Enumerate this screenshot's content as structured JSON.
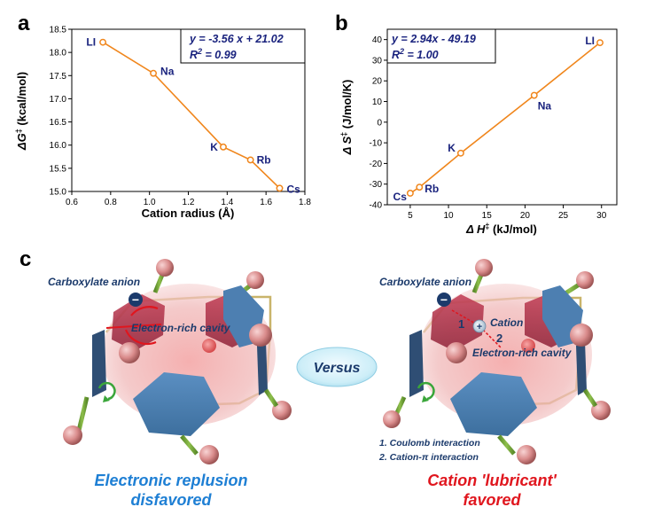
{
  "panels": {
    "a": {
      "letter": "a"
    },
    "b": {
      "letter": "b"
    },
    "c": {
      "letter": "c"
    }
  },
  "chart_data": [
    {
      "type": "scatter",
      "panel": "a",
      "xlabel": "Cation radius (Å)",
      "ylabel_parts": [
        "ΔG",
        "‡",
        " (kcal/mol)"
      ],
      "xlim": [
        0.6,
        1.8
      ],
      "ylim": [
        15.0,
        18.5
      ],
      "xticks": [
        "0.6",
        "0.8",
        "1.0",
        "1.2",
        "1.4",
        "1.6",
        "1.8"
      ],
      "yticks": [
        "15.0",
        "15.5",
        "16.0",
        "16.5",
        "17.0",
        "17.5",
        "18.0",
        "18.5"
      ],
      "points": [
        {
          "label": "LI",
          "x": 0.76,
          "y": 18.22
        },
        {
          "label": "Na",
          "x": 1.02,
          "y": 17.55
        },
        {
          "label": "K",
          "x": 1.38,
          "y": 15.96
        },
        {
          "label": "Rb",
          "x": 1.52,
          "y": 15.68
        },
        {
          "label": "Cs",
          "x": 1.67,
          "y": 15.07
        }
      ],
      "fit": {
        "slope": -3.56,
        "intercept": 21.02
      },
      "equation": "y = -3.56 x + 21.02",
      "r2": "R",
      "r2_sup": "2",
      "r2_value": " = 0.99",
      "colors": {
        "line": "#f0861c",
        "marker": "#f0861c",
        "label": "#1a237e"
      },
      "grid": false
    },
    {
      "type": "scatter",
      "panel": "b",
      "xlabel_parts": [
        "Δ H",
        "‡",
        " (kJ/mol)"
      ],
      "ylabel_parts": [
        "Δ S",
        "‡",
        " (J/mol/K)"
      ],
      "xlim": [
        2,
        32
      ],
      "ylim": [
        -40,
        45
      ],
      "xticks": [
        "5",
        "10",
        "15",
        "20",
        "25",
        "30"
      ],
      "yticks": [
        "-40",
        "-30",
        "-20",
        "-10",
        "0",
        "10",
        "20",
        "30",
        "40"
      ],
      "points": [
        {
          "label": "Cs",
          "x": 5.0,
          "y": -34.4
        },
        {
          "label": "Rb",
          "x": 6.2,
          "y": -31.5
        },
        {
          "label": "K",
          "x": 11.6,
          "y": -15.0
        },
        {
          "label": "Na",
          "x": 21.2,
          "y": 13.0
        },
        {
          "label": "LI",
          "x": 29.8,
          "y": 38.5
        }
      ],
      "fit": {
        "slope": 2.94,
        "intercept": -49.19
      },
      "equation": "y = 2.94x - 49.19",
      "r2": "R",
      "r2_sup": "2",
      "r2_value": " = 1.00",
      "colors": {
        "line": "#f0861c",
        "marker": "#f0861c",
        "label": "#1a237e"
      },
      "grid": false
    }
  ],
  "illustration": {
    "left": {
      "anion_label": "Carboxylate anion",
      "cavity_label": "Electron-rich cavity",
      "minus_sign": "−",
      "caption_line1": "Electronic replusion",
      "caption_line2": "disfavored",
      "caption_color": "#1e7fd4"
    },
    "center": {
      "versus_label": "Versus"
    },
    "right": {
      "anion_label": "Carboxylate anion",
      "cation_label": "Cation",
      "cavity_label": "Electron-rich cavity",
      "minus_sign": "−",
      "plus_sign": "+",
      "num1": "1",
      "num2": "2",
      "interaction1": "1. Coulomb interaction",
      "interaction2_prefix": "2. Cation-",
      "interaction2_pi": "π",
      "interaction2_suffix": " interaction",
      "caption_line1": "Cation 'lubricant'",
      "caption_line2": "favored",
      "caption_color": "#e0161e"
    }
  }
}
